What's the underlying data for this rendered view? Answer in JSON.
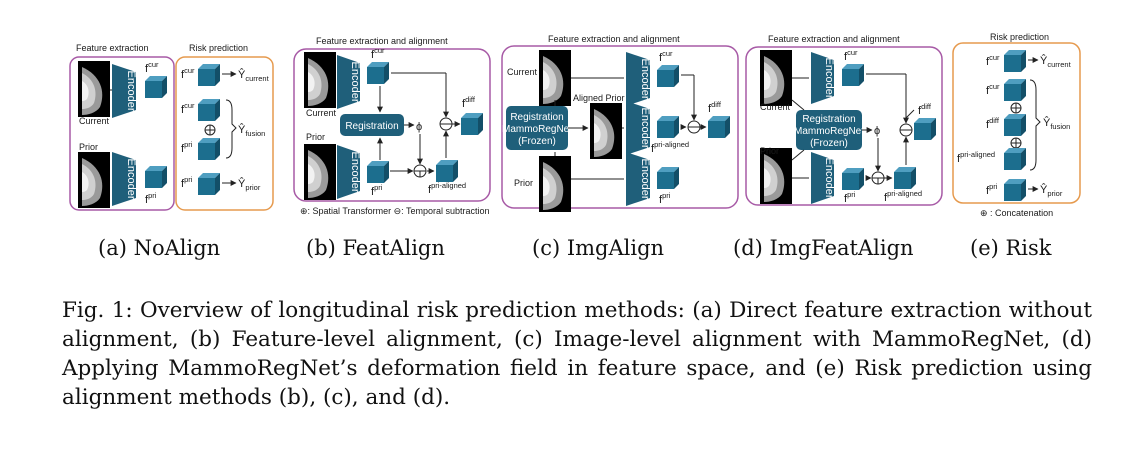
{
  "subfigures": [
    {
      "label": "(a) NoAlign",
      "titles": [
        "Feature extraction",
        "Risk prediction"
      ]
    },
    {
      "label": "(b) FeatAlign",
      "titles": [
        "Feature extraction and alignment"
      ],
      "legend": "⊕: Spatial Transformer  ⊖: Temporal subtraction"
    },
    {
      "label": "(c) ImgAlign",
      "titles": [
        "Feature extraction and alignment"
      ]
    },
    {
      "label": "(d) ImgFeatAlign",
      "titles": [
        "Feature extraction and alignment"
      ]
    },
    {
      "label": "(e) Risk",
      "titles": [
        "Risk prediction"
      ],
      "legend": "⊕ : Concatenation"
    }
  ],
  "labels": {
    "encoder": "Encoder",
    "registration": "Registration",
    "mammoregnet": [
      "Registration",
      "MammoRegNet",
      "(Frozen)"
    ],
    "current": "Current",
    "prior": "Prior",
    "aligned_prior": "Aligned Prior",
    "phi": "ϕ",
    "f": "f",
    "cur": "cur",
    "pri": "pri",
    "diff": "diff",
    "pri_aligned": "pri-aligned",
    "y_current": "current",
    "y_fusion": "fusion",
    "y_prior": "prior",
    "yhat": "Ŷ"
  },
  "caption": {
    "text": "Fig. 1: Overview of longitudinal risk prediction methods: (a) Direct feature extraction without alignment, (b) Feature-level alignment, (c) Image-level alignment with MammoRegNet, (d) Applying MammoRegNet’s deformation field in feature space, and (e) Risk prediction using alignment methods (b), (c), and (d)."
  },
  "colors": {
    "encoder": "#1f5f7a",
    "cube": "#1c6e8e",
    "purple_border": "#a75aa6",
    "orange_border": "#e69a4e"
  }
}
